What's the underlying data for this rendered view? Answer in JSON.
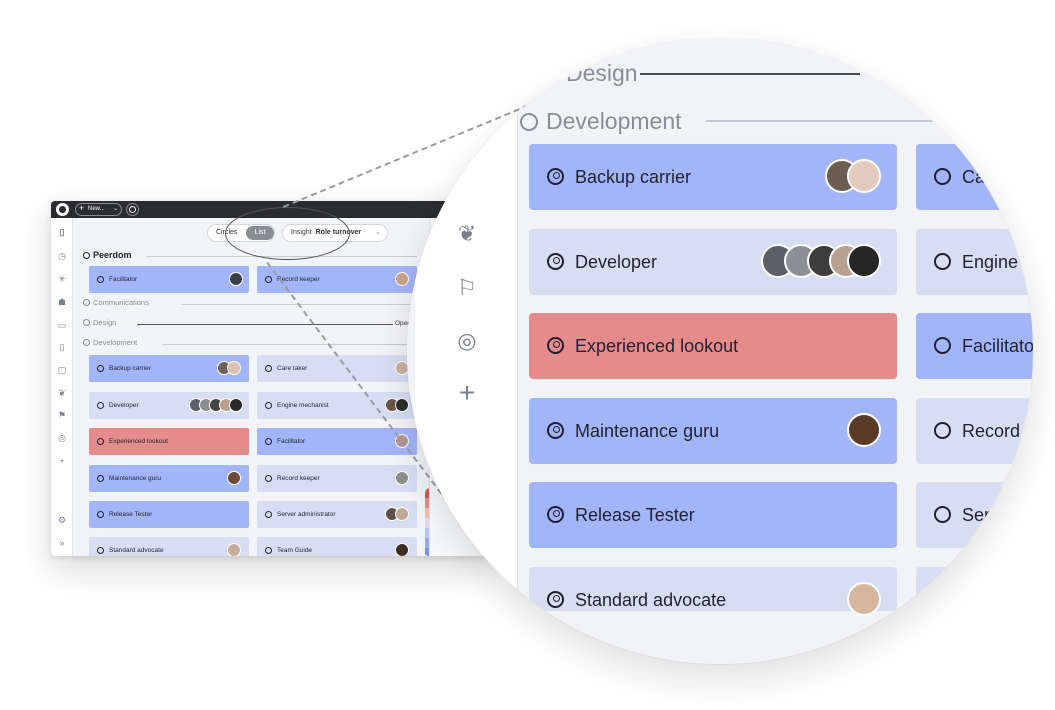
{
  "window": {
    "new_button_label": "New...",
    "view_toggle": {
      "circles_label": "Circles",
      "list_label": "List"
    },
    "insight": {
      "label": "Insight",
      "value": "Role turnover"
    },
    "sections": [
      {
        "name": "Peerdom"
      },
      {
        "name": "Communications"
      },
      {
        "name": "Design",
        "status": "Open"
      },
      {
        "name": "Development"
      }
    ],
    "peerdom_cards": [
      "Facilitator",
      "Record keeper"
    ],
    "development_cards": [
      [
        "Backup carrier",
        "Care taker"
      ],
      [
        "Developer",
        "Engine mechanist"
      ],
      [
        "Experienced lookout",
        "Facilitator"
      ],
      [
        "Maintenance guru",
        "Record keeper"
      ],
      [
        "Release Tester",
        "Server administrator"
      ],
      [
        "Standard advocate",
        "Team Guide"
      ]
    ]
  },
  "magnifier": {
    "partial_section": "Design",
    "section": "Development",
    "cards": [
      "Backup carrier",
      "Developer",
      "Experienced lookout",
      "Maintenance guru",
      "Release Tester",
      "Standard advocate"
    ],
    "right_cards": [
      "Ca",
      "Engine m",
      "Facilitator",
      "Record k",
      "Serv"
    ]
  },
  "colors": {
    "card_blue": "#a3b5f9",
    "card_light": "#d7def4",
    "card_red": "#e68b8b",
    "titlebar": "#2b2c30"
  },
  "icons": [
    "map-icon",
    "clock-icon",
    "sparkle-icon",
    "users-icon",
    "briefcase-icon",
    "notebook-icon",
    "chat-icon",
    "leaf-icon",
    "flag-icon",
    "orbit-icon",
    "plus-icon",
    "gear-icon",
    "expand-icon"
  ]
}
